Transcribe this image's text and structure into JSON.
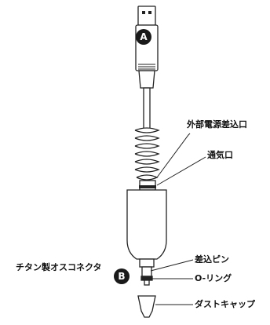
{
  "markers": {
    "a": "A",
    "b": "B"
  },
  "labels": {
    "external_power_port": "外部電源差込口",
    "vent": "通気口",
    "titanium_male_connector": "チタン製オスコネクタ",
    "plug_pin": "差込ピン",
    "o_ring": "O-リング",
    "dust_cap": "ダストキャップ"
  },
  "colors": {
    "stroke": "#222222",
    "fill": "#ffffff",
    "marker": "#1a1a1a"
  }
}
